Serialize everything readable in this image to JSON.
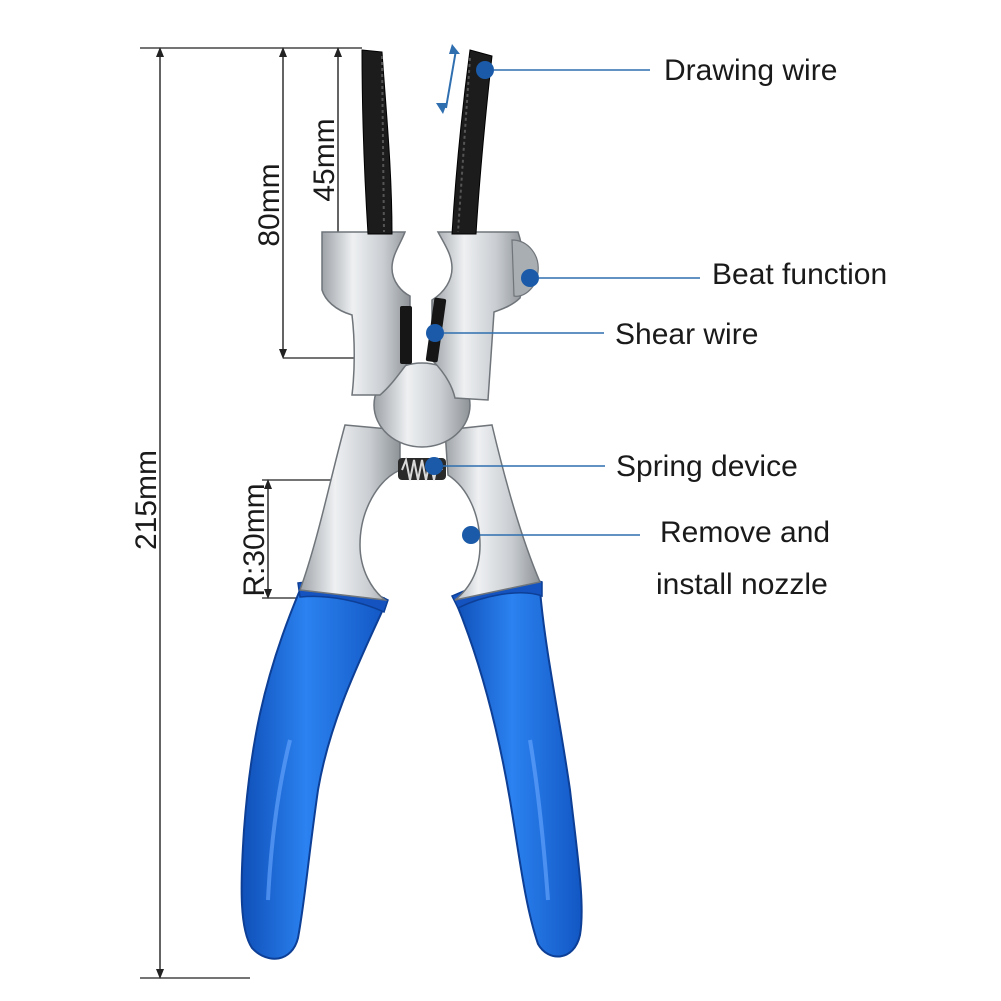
{
  "dimensions": {
    "total_length": "215mm",
    "head_length": "80mm",
    "tip_length": "45mm",
    "nozzle_radius": "R:30mm"
  },
  "callouts": {
    "drawing_wire": "Drawing wire",
    "beat_function": "Beat function",
    "shear_wire": "Shear wire",
    "spring_device": "Spring device",
    "remove_install_line1": "Remove and",
    "remove_install_line2": "install nozzle"
  },
  "colors": {
    "handle_blue": "#1e6fe0",
    "handle_dark": "#1450b4",
    "steel_light": "#e6e8ea",
    "steel_mid": "#b8bcc0",
    "jaw_black": "#1c1c1c",
    "callout_dot": "#1a5aa8",
    "leader_line": "#2f6fb0",
    "dim_line": "#222222"
  }
}
